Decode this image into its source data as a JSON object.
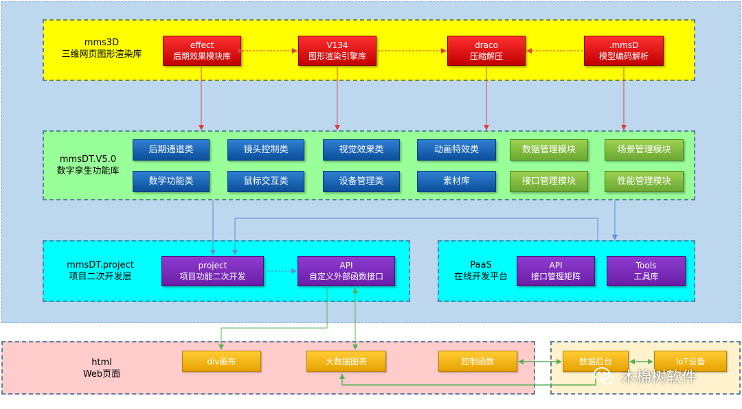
{
  "layers": {
    "mms3d": {
      "line1": "mms3D",
      "line2": "三维网页图形渲染库"
    },
    "mmsdt": {
      "line1": "mmsDT.V5.0",
      "line2": "数字孪生功能库"
    },
    "project": {
      "line1": "mmsDT.project",
      "line2": "项目二次开发层"
    },
    "paas": {
      "line1": "PaaS",
      "line2": "在线开发平台"
    },
    "html": {
      "line1": "html",
      "line2": "Web页面"
    }
  },
  "render_modules": [
    {
      "line1": "effect",
      "line2": "后期效果模块库"
    },
    {
      "line1": "V134",
      "line2": "图形渲染引擎库"
    },
    {
      "line1": "draco",
      "line2": "压缩解压"
    },
    {
      "line1": ".mmsD",
      "line2": "模型编码解析"
    }
  ],
  "function_modules": [
    "后期通道类",
    "镜头控制类",
    "视觉效果类",
    "动画特效类",
    "数据管理模块",
    "场景管理模块",
    "数学功能类",
    "鼠标交互类",
    "设备管理类",
    "素材库",
    "接口管理模块",
    "性能管理模块"
  ],
  "project_modules": [
    {
      "line1": "project",
      "line2": "项目功能二次开发"
    },
    {
      "line1": "API",
      "line2": "自定义外部函数接口"
    }
  ],
  "paas_modules": [
    {
      "line1": "API",
      "line2": "接口管理矩阵"
    },
    {
      "line1": "Tools",
      "line2": "工具库"
    }
  ],
  "web_items": [
    "div画布",
    "大数据图表",
    "控制函数"
  ],
  "backend_items": [
    "数据后台",
    "IoT设备"
  ],
  "watermark": "木棉树软件",
  "colors": {
    "outer": "#bdd7ee",
    "render_layer": "#ffff00",
    "function_layer": "#99ff99",
    "project_layer": "#00ffff",
    "web_layer": "#ffcccc",
    "backend_layer": "#fff2cc"
  }
}
